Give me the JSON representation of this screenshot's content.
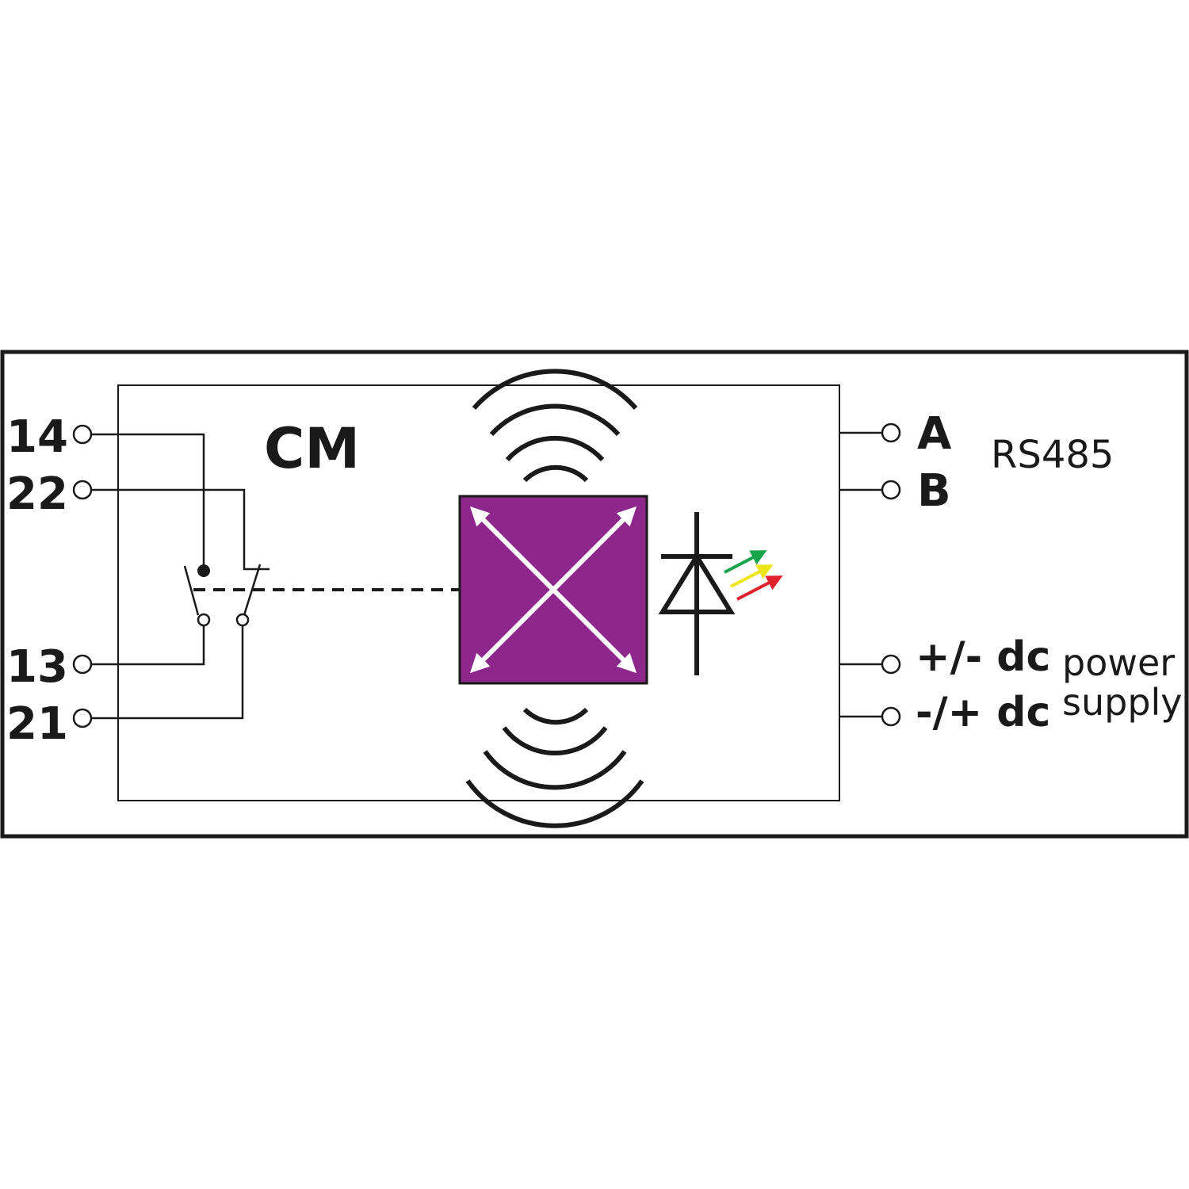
{
  "title": "CM",
  "left_terminals": {
    "t14": "14",
    "t22": "22",
    "t13": "13",
    "t21": "21"
  },
  "right_terminals": {
    "a": "A",
    "b": "B",
    "dc_pos": "+/- dc",
    "dc_neg": "-/+ dc"
  },
  "labels": {
    "rs485": "RS485",
    "power_line1": "power",
    "power_line2": "supply"
  },
  "colors": {
    "module_fill": "#8e278b",
    "led_arrow_green": "#16a34a",
    "led_arrow_yellow": "#ece51a",
    "led_arrow_red": "#e0202a",
    "line": "#1a1a1a"
  },
  "icons": [
    "switch-contacts",
    "rfid-sensor-module",
    "led-diode-icon",
    "wireless-wave-icon"
  ]
}
